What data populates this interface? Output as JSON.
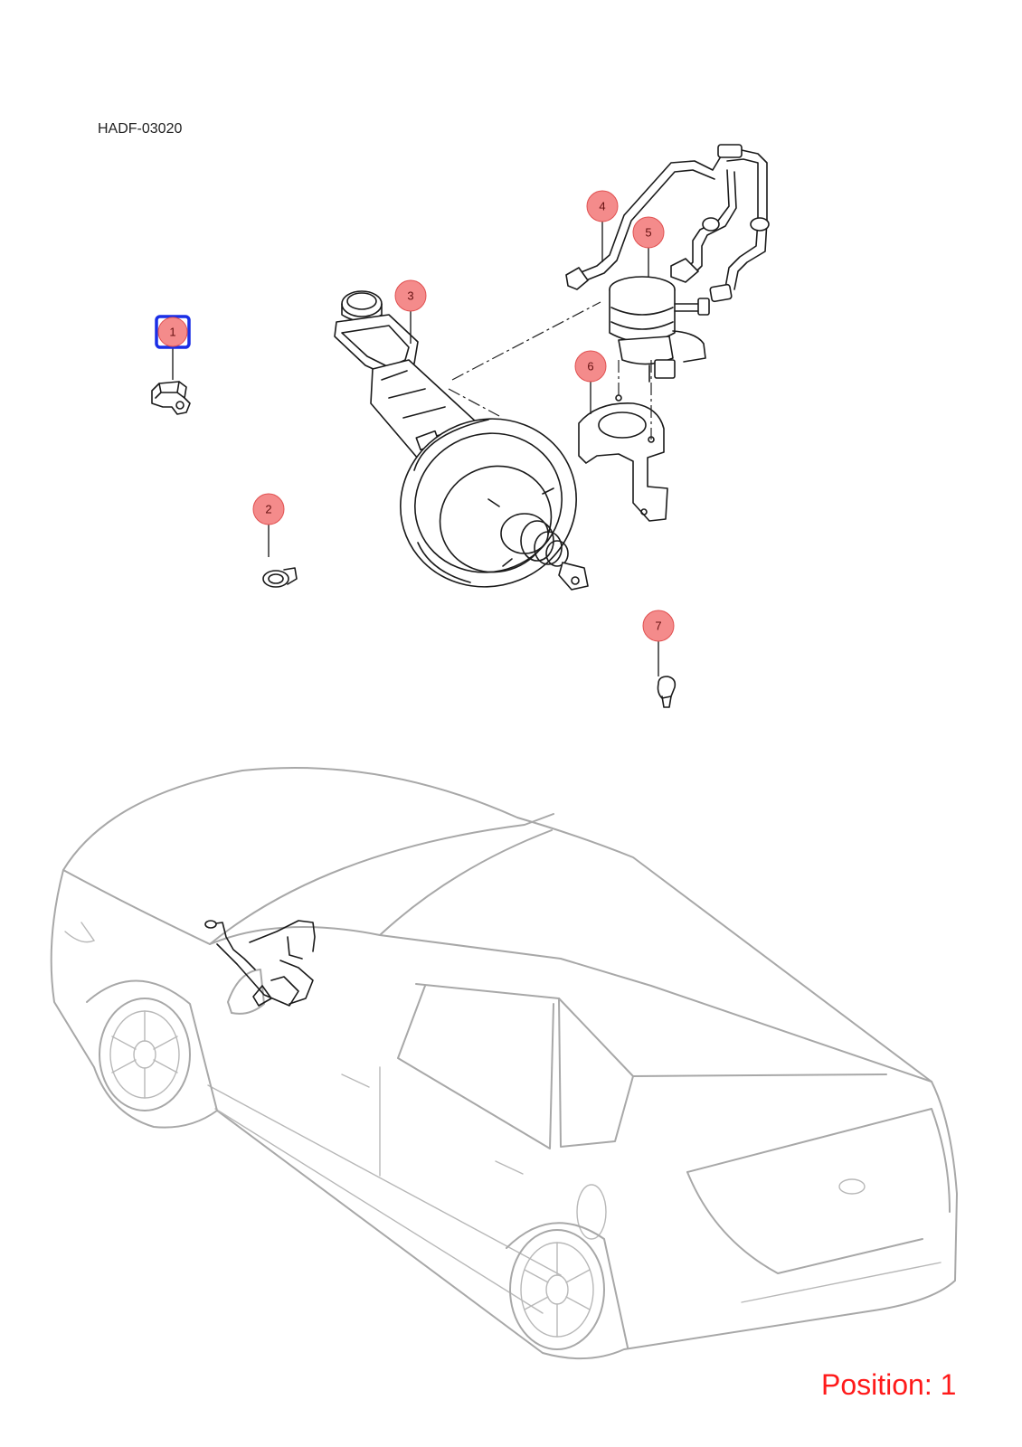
{
  "diagram": {
    "code": "HADF-03020",
    "position_label": "Position: 1",
    "selected_callout": "1",
    "colors": {
      "callout_fill": "#f48b8b",
      "callout_stroke": "#e05050",
      "selected_outline": "#1a2ee6",
      "position_text": "#ff1a1a"
    },
    "callouts": [
      {
        "number": "1",
        "part": "sensor bracket"
      },
      {
        "number": "2",
        "part": "clip"
      },
      {
        "number": "3",
        "part": "brake booster with reservoir"
      },
      {
        "number": "4",
        "part": "vacuum hose"
      },
      {
        "number": "5",
        "part": "vacuum pump"
      },
      {
        "number": "6",
        "part": "pump bracket"
      },
      {
        "number": "7",
        "part": "clip"
      }
    ]
  }
}
